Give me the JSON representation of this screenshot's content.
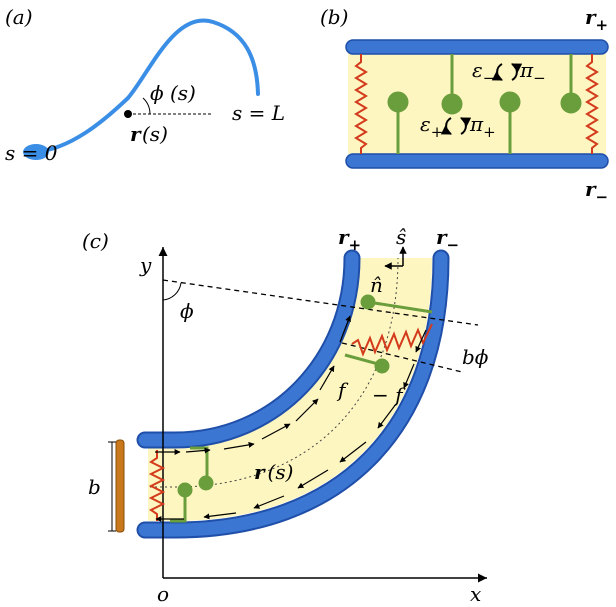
{
  "panel_a": {
    "label": "(a)",
    "s_zero": "s = 0",
    "phi": "ϕ (s)",
    "r": "r",
    "r_arg": "(s)",
    "s_L": "s = L"
  },
  "panel_b": {
    "label": "(b)",
    "r_plus": "r",
    "r_plus_sub": "+",
    "r_minus": "r",
    "r_minus_sub": "−",
    "eps_minus": "ε",
    "eps_minus_sub": "−",
    "pi_minus": "π",
    "pi_minus_sub": "−",
    "eps_plus": "ε",
    "eps_plus_sub": "+",
    "pi_plus": "π",
    "pi_plus_sub": "+"
  },
  "panel_c": {
    "label": "(c)",
    "y_axis": "y",
    "x_axis": "x",
    "origin": "o",
    "phi": "ϕ",
    "r_plus": "r",
    "r_plus_sub": "+",
    "r_minus": "r",
    "r_minus_sub": "−",
    "s_hat": "ŝ",
    "n_hat": "n̂",
    "b_phi": "bϕ",
    "f": "f",
    "minus_f": "− f",
    "r": "r",
    "r_arg": "(s)",
    "b": "b"
  },
  "colors": {
    "filament": "#3b76d3",
    "filament_edge": "#1f4fa8",
    "fill": "#fdf6c0",
    "motor": "#6a9e3c",
    "spring": "#d43a1c",
    "clamp": "#c9791c"
  }
}
